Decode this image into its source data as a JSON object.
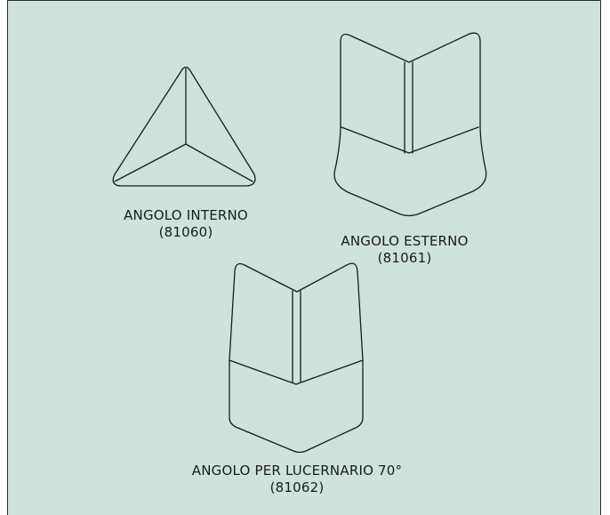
{
  "colors": {
    "background": "#cfe2db",
    "line": "#1c1c1c",
    "frame": "#2e2e2e"
  },
  "pieces": [
    {
      "name": "ANGOLO INTERNO",
      "code": "(81060)"
    },
    {
      "name": "ANGOLO ESTERNO",
      "code": "(81061)"
    },
    {
      "name": "ANGOLO PER LUCERNARIO 70°",
      "code": "(81062)"
    }
  ]
}
